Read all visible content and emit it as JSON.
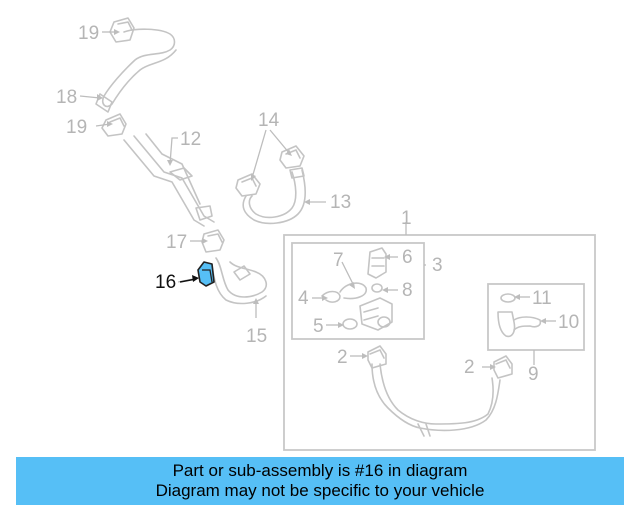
{
  "callouts": {
    "c1": "1",
    "c2a": "2",
    "c2b": "2",
    "c3": "3",
    "c4": "4",
    "c5": "5",
    "c6": "6",
    "c7": "7",
    "c8": "8",
    "c9": "9",
    "c10": "10",
    "c11": "11",
    "c12": "12",
    "c13": "13",
    "c14": "14",
    "c15": "15",
    "c16": "16",
    "c17": "17",
    "c18": "18",
    "c19a": "19",
    "c19b": "19"
  },
  "highlight": {
    "part_number": "16",
    "color": "#56bff6"
  },
  "banner": {
    "line1": "Part or sub-assembly is #16 in diagram",
    "line2": "Diagram may not be specific to your vehicle"
  },
  "colors": {
    "banner_bg": "#56bff6",
    "line_art": "#c4c4c4",
    "label_gray": "#b5b5b5"
  }
}
